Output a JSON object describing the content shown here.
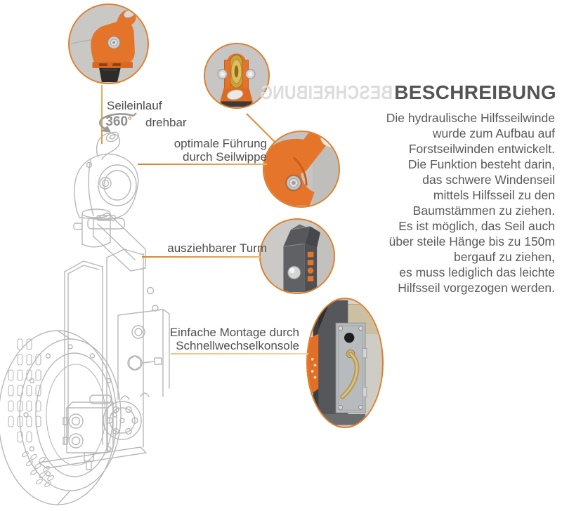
{
  "annotations": {
    "seileinlauf": {
      "label": "Seileinlauf",
      "rotation_value": "360",
      "degree": "°",
      "rotation_label": "drehbar"
    },
    "seilwippe": {
      "line1": "optimale Führung",
      "line2": "durch Seilwippe"
    },
    "turm": {
      "label": "ausziehbarer Turm"
    },
    "montage": {
      "line1": "Einfache Montage durch",
      "line2": "Schnellwechselkonsole"
    }
  },
  "description": {
    "heading": "BESCHREIBUNG",
    "heading_mirror": "BESCHREIBUNG",
    "lines": [
      "Die hydraulische Hilfsseilwinde",
      "wurde  zum Aufbau auf",
      "Forstseilwinden entwickelt.",
      "Die Funktion besteht darin,",
      "das schwere Windenseil",
      "mittels Hilfsseil zu den",
      "Baumstämmen zu ziehen.",
      "Es ist möglich, das Seil auch",
      "über steile Hänge bis zu 150m",
      "bergauf zu ziehen,",
      "es muss lediglich das leichte",
      "Hilfsseil vorgezogen werden."
    ]
  },
  "colors": {
    "accent_orange": "#e5742b",
    "callout_ring": "#df7f2b",
    "leader_line": "#df7f2b",
    "leader_line_light": "#eec089",
    "label_text": "#4e4e51",
    "heading_text": "#545457",
    "heading_mirror": "#dcdcdc",
    "body_text": "#5a595c",
    "drawing_stroke": "#b8b8b8"
  }
}
